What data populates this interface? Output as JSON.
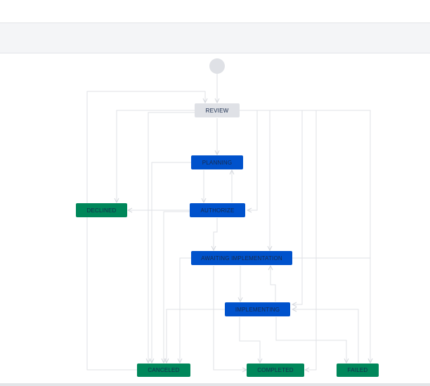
{
  "workflow": {
    "statuses": {
      "review": "REVIEW",
      "planning": "PLANNING",
      "declined": "DECLINED",
      "authorize": "AUTHORIZE",
      "awaiting": "AWAITING IMPLEMENTATION",
      "implementing": "IMPLEMENTING",
      "canceled": "CANCELED",
      "completed": "COMPLETED",
      "failed": "FAILED"
    },
    "categories": {
      "review": "gray",
      "planning": "blue",
      "authorize": "blue",
      "awaiting": "blue",
      "implementing": "blue",
      "declined": "green",
      "canceled": "green",
      "completed": "green",
      "failed": "green"
    },
    "colors": {
      "gray_status": "#dfe1e6",
      "blue_status": "#0052cc",
      "green_status": "#00875a",
      "connector": "#dfe1e6"
    }
  }
}
